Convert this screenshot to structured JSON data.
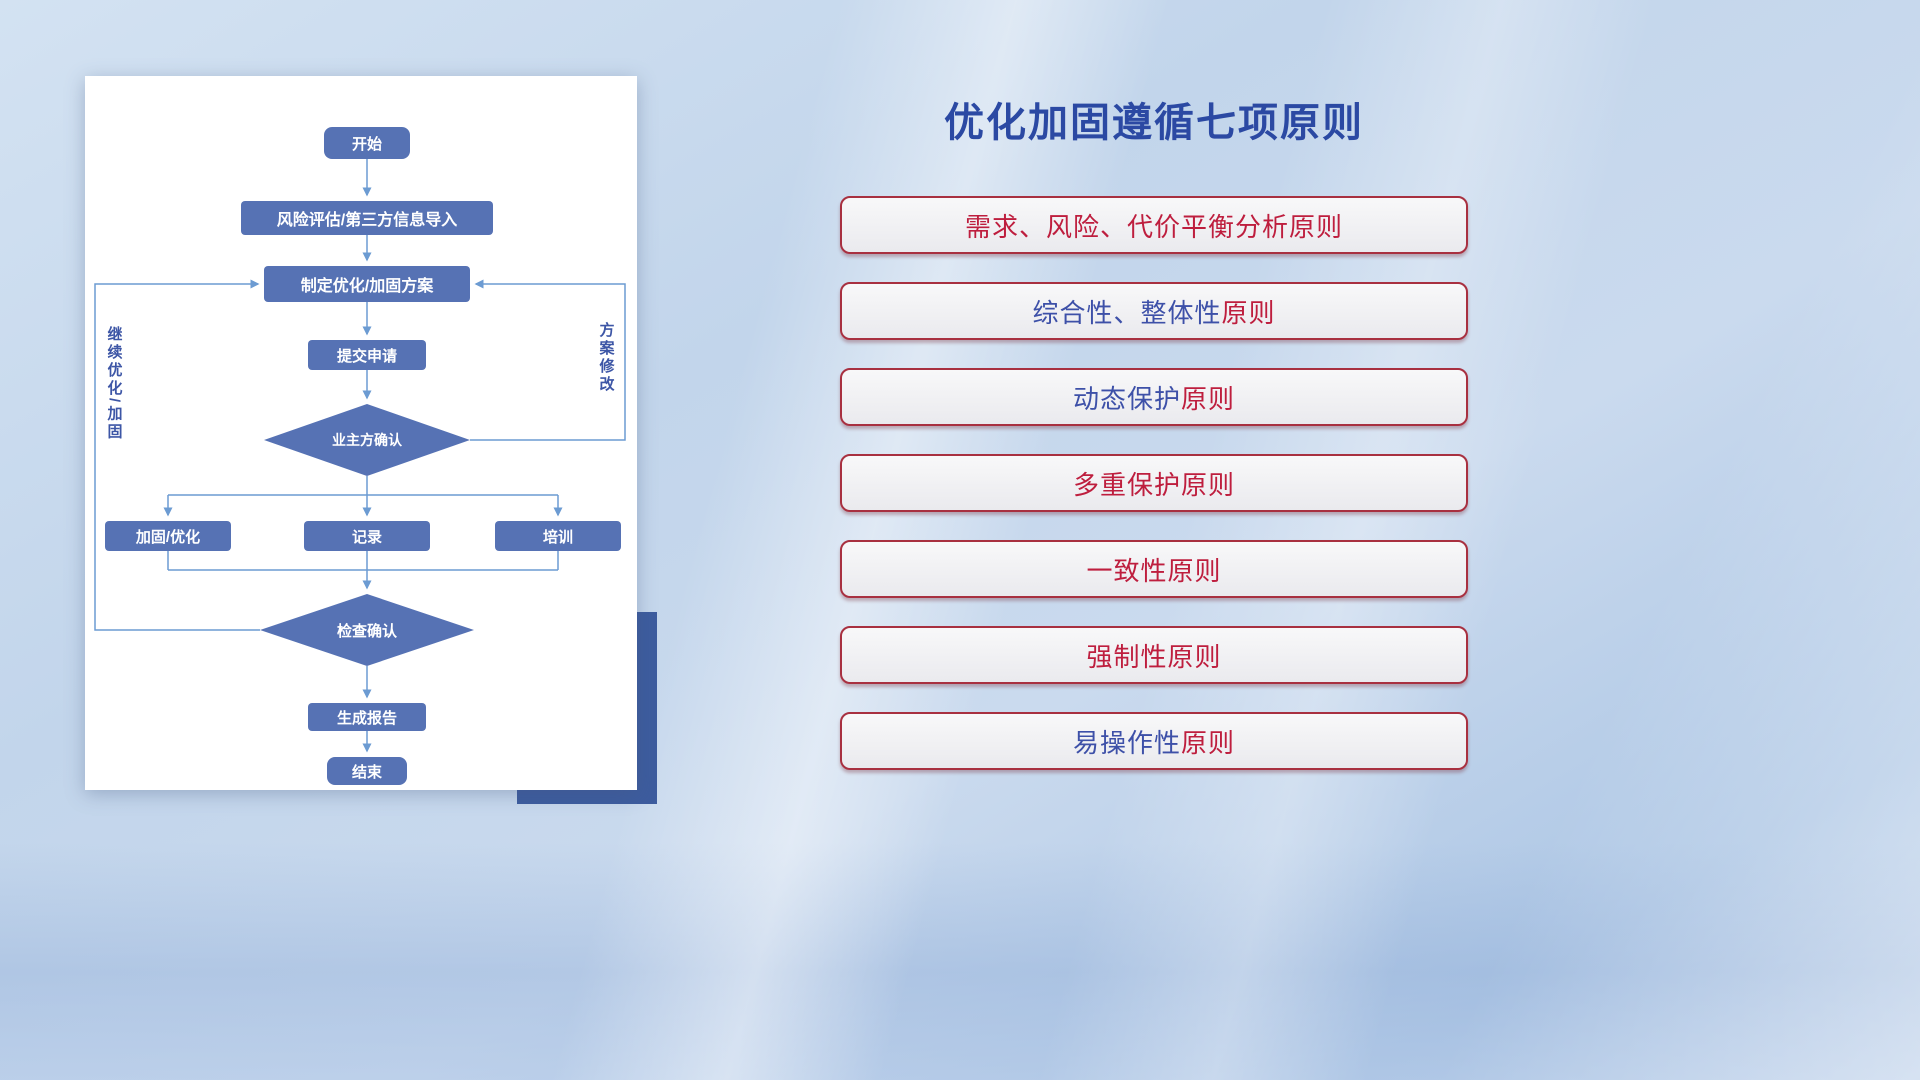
{
  "flowchart": {
    "nodes": {
      "start": "开始",
      "risk_import": "风险评估/第三方信息导入",
      "make_plan": "制定优化/加固方案",
      "submit": "提交申请",
      "owner_confirm": "业主方确认",
      "harden_optimize": "加固/优化",
      "record": "记录",
      "training": "培训",
      "check_confirm": "检查确认",
      "generate_report": "生成报告",
      "end": "结束"
    },
    "loop_labels": {
      "left": "继续优化/加固",
      "right": "方案修改"
    },
    "colors": {
      "node_fill": "#5672B4",
      "connector": "#6C9BD2",
      "loop_text": "#3D56A6",
      "accent_rect": "#3D5C9E"
    }
  },
  "principles": {
    "title": "优化加固遵循七项原则",
    "title_color": "#2B49A3",
    "box_border_color": "#A83040",
    "items": [
      {
        "main": "需求、风险、代价平衡分析",
        "main_color": "#BE1E3E",
        "suffix": "原则",
        "suffix_color": "#BE1E3E"
      },
      {
        "main": "综合性、整体性",
        "main_color": "#3D50A8",
        "suffix": "原则",
        "suffix_color": "#BE1E3E"
      },
      {
        "main": "动态保护",
        "main_color": "#3D50A8",
        "suffix": "原则",
        "suffix_color": "#BE1E3E"
      },
      {
        "main": "多重保护",
        "main_color": "#BE1E3E",
        "suffix": "原则",
        "suffix_color": "#BE1E3E"
      },
      {
        "main": "一致性",
        "main_color": "#BE1E3E",
        "suffix": "原则",
        "suffix_color": "#BE1E3E"
      },
      {
        "main": "强制性",
        "main_color": "#BE1E3E",
        "suffix": "原则",
        "suffix_color": "#BE1E3E"
      },
      {
        "main": "易操作性",
        "main_color": "#3D50A8",
        "suffix": "原则",
        "suffix_color": "#BE1E3E"
      }
    ]
  }
}
